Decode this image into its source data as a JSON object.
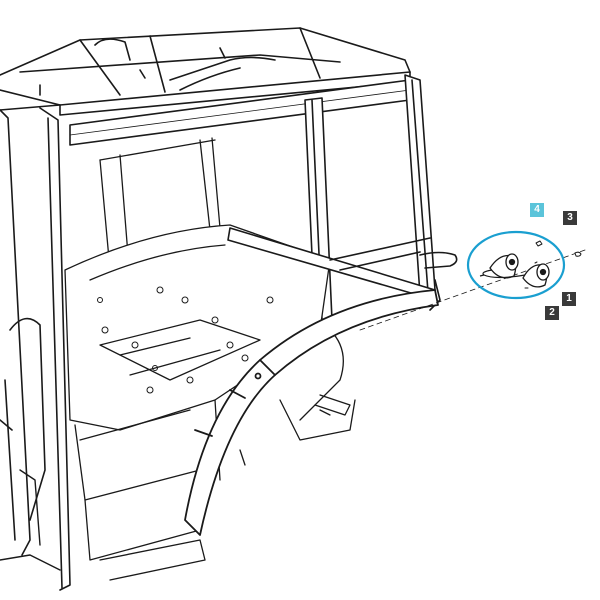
{
  "diagram": {
    "callouts": [
      {
        "id": "callout-1",
        "label": "1",
        "color": "#3a3a3a"
      },
      {
        "id": "callout-2",
        "label": "2",
        "color": "#3a3a3a"
      },
      {
        "id": "callout-3",
        "label": "3",
        "color": "#3a3a3a"
      },
      {
        "id": "callout-4",
        "label": "4",
        "color": "#5bc4da"
      }
    ],
    "highlight_color": "#1a9fd0",
    "line_color": "#1a1a1a"
  }
}
